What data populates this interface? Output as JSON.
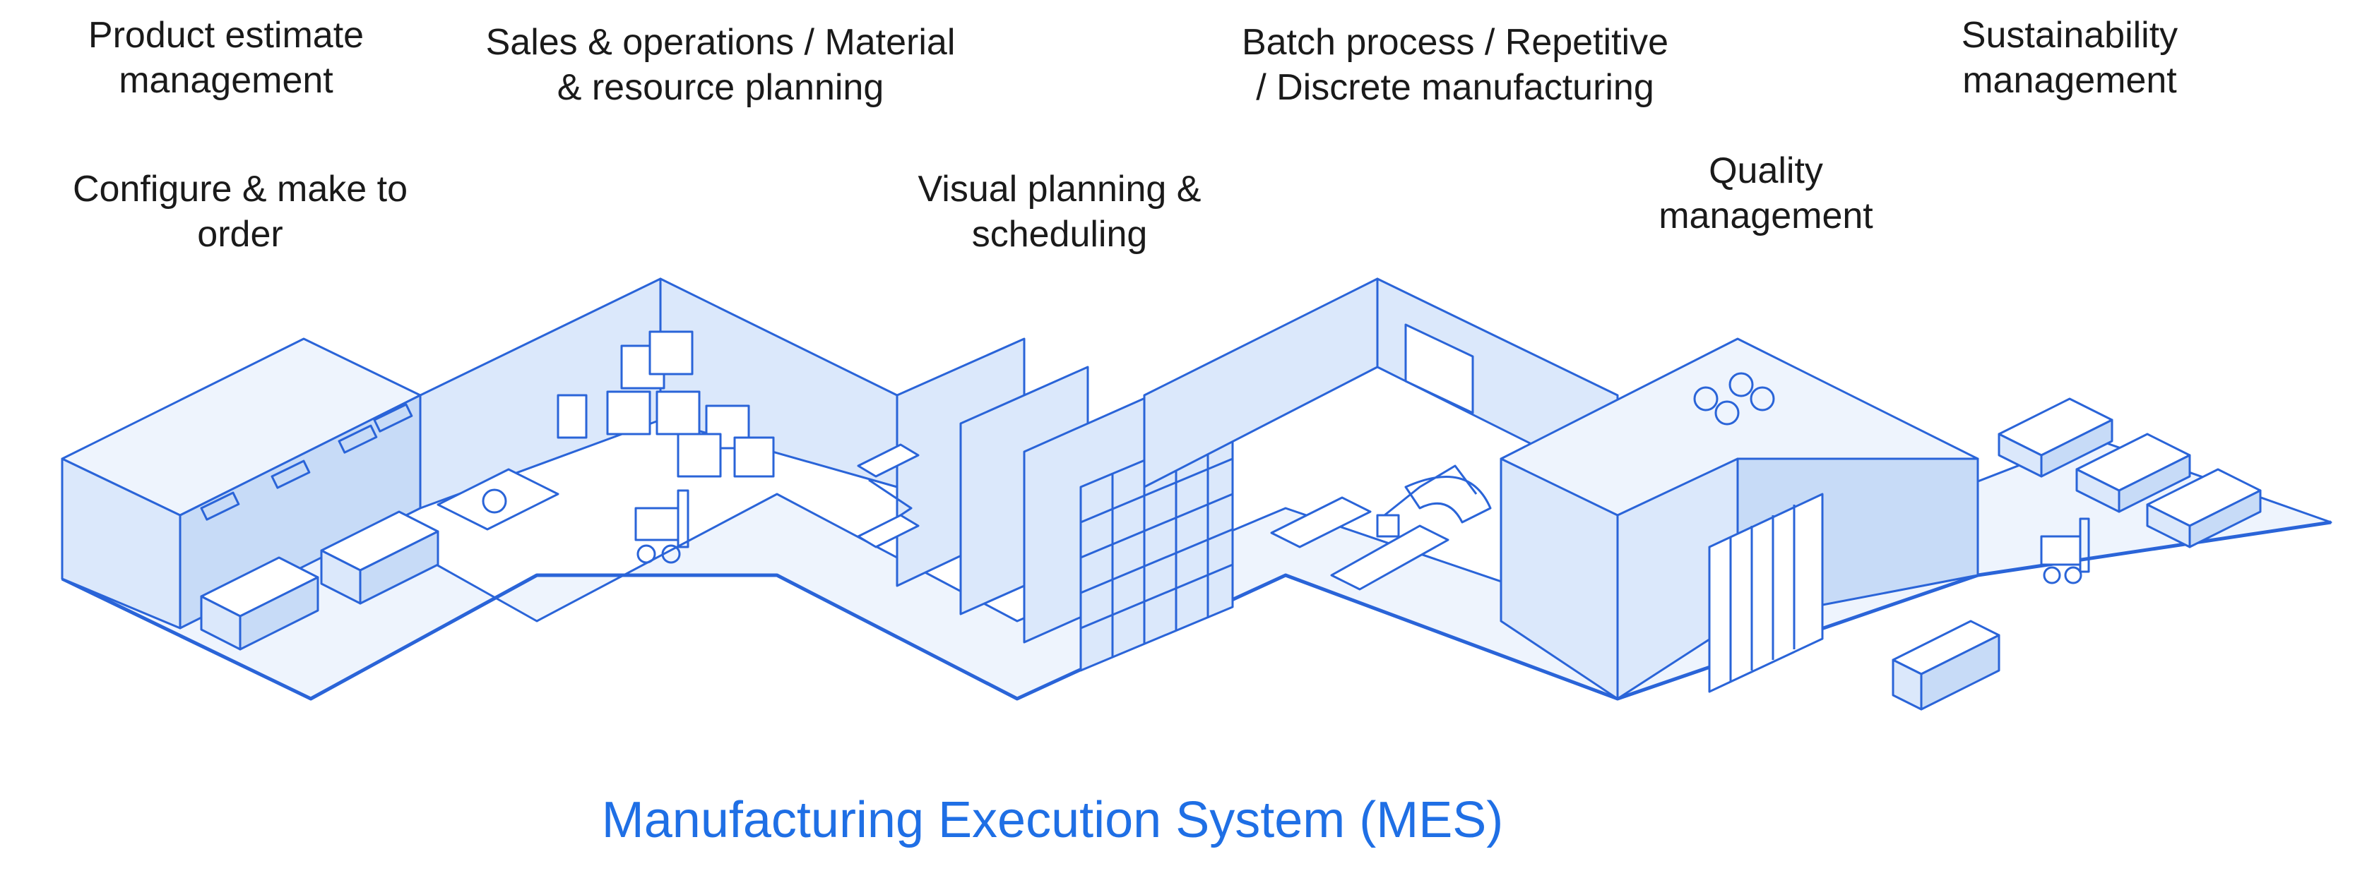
{
  "labels": {
    "product_estimate": [
      "Product estimate",
      "management"
    ],
    "configure_make": [
      "Configure & make to",
      "order"
    ],
    "sales_operations": [
      "Sales & operations  / Material",
      "& resource planning"
    ],
    "visual_planning": [
      "Visual planning &",
      "scheduling"
    ],
    "batch_process": [
      "Batch process / Repetitive",
      "/ Discrete manufacturing"
    ],
    "quality": [
      "Quality",
      "management"
    ],
    "sustainability": [
      "Sustainability",
      "management"
    ]
  },
  "title": "Manufacturing Execution System (MES)",
  "colors": {
    "line": "#2a64d8",
    "wall": "#dbe8fb",
    "wall_dark": "#c7dbf7",
    "floor": "#eef4fd",
    "accent": "#1f6fe5",
    "text": "#1a1a1a"
  }
}
